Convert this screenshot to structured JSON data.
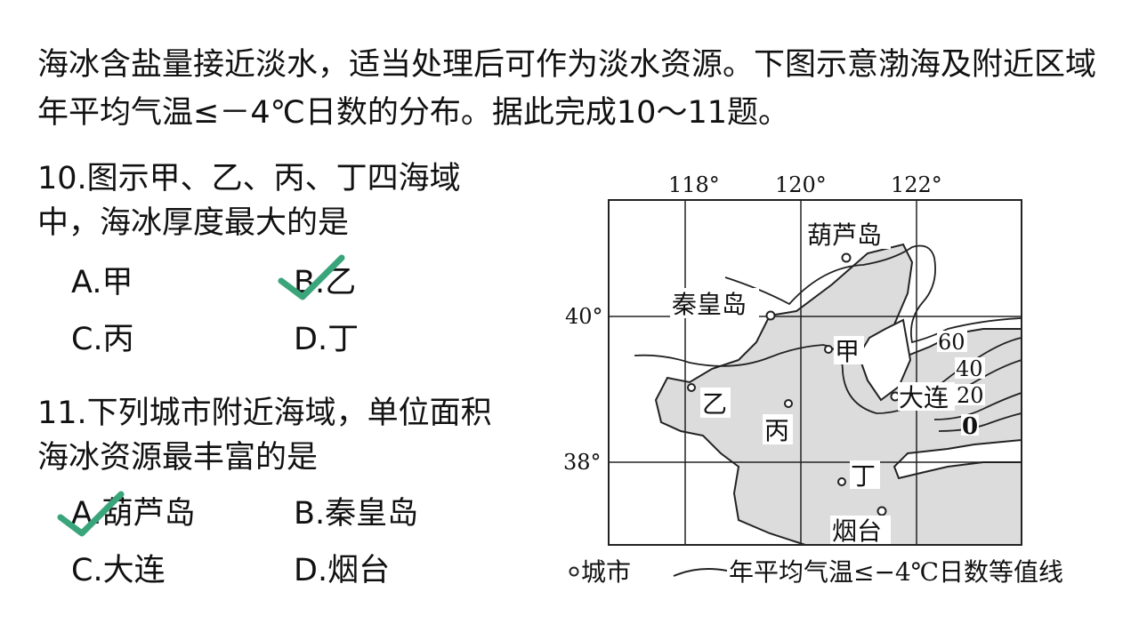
{
  "intro_text": "海冰含盐量接近淡水，适当处理后可作为淡水资源。下图示意渤海及附近区域年平均气温≤－4℃日数的分布。据此完成10～11题。",
  "questions": [
    {
      "text": "10.图示甲、乙、丙、丁四海域中，海冰厚度最大的是",
      "options": [
        "A.甲",
        "B.乙",
        "C.丙",
        "D.丁"
      ],
      "checked_option": "B"
    },
    {
      "text": "11.下列城市附近海域，单位面积海冰资源最丰富的是",
      "options": [
        "A.葫芦岛",
        "B.秦皇岛",
        "C.大连",
        "D.烟台"
      ],
      "checked_option": "A"
    }
  ],
  "map": {
    "longitude_labels": [
      "118°",
      "120°",
      "122°"
    ],
    "latitude_labels": [
      "40°",
      "38°"
    ],
    "cities": [
      "葫芦岛",
      "秦皇岛",
      "大连",
      "烟台"
    ],
    "sea_areas": [
      "甲",
      "乙",
      "丙",
      "丁"
    ],
    "isoline_values": [
      "60",
      "40",
      "20",
      "0"
    ],
    "legend": {
      "city_label": "城市",
      "isoline_label": "年平均气温≤−4℃日数等值线"
    },
    "colors": {
      "sea": "#dcdcdc",
      "line": "#222222"
    }
  },
  "check_color": "#3aa57a"
}
